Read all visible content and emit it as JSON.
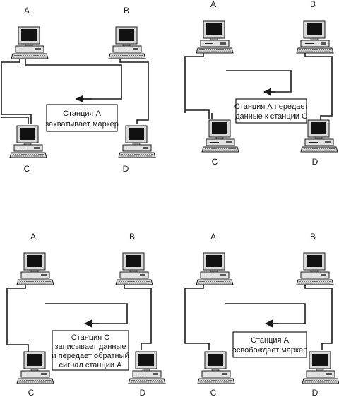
{
  "stations": {
    "a": "A",
    "b": "B",
    "c": "C",
    "d": "D"
  },
  "panels": [
    {
      "caption_lines": [
        "Станция А",
        "захватывает маркер"
      ]
    },
    {
      "caption_lines": [
        "Станция А передает",
        "данные к станции С"
      ]
    },
    {
      "caption_lines": [
        "Станция С",
        "записывает данные",
        "и передает обратный",
        "сигнал станции А"
      ]
    },
    {
      "caption_lines": [
        "Станция А",
        "освобождает маркер"
      ]
    }
  ]
}
